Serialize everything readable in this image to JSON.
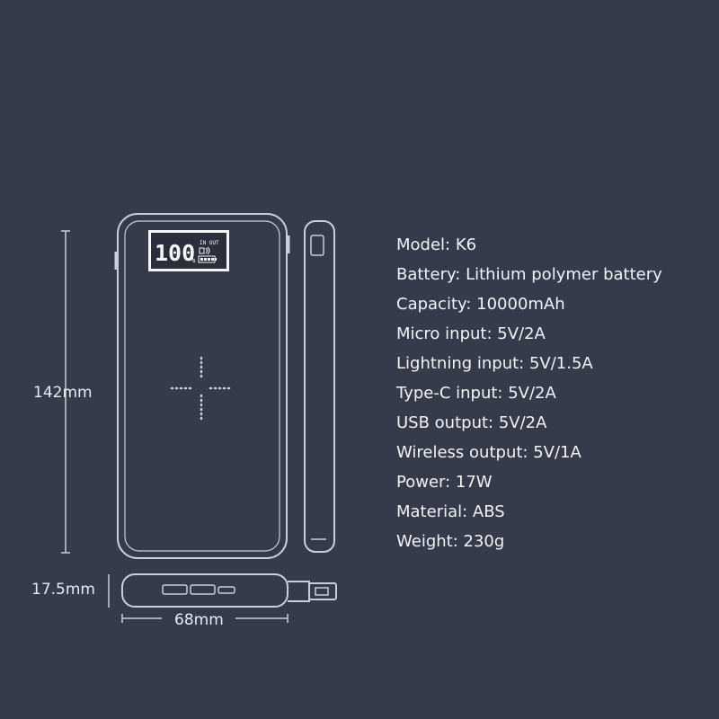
{
  "dimensions": {
    "height_label": "142mm",
    "depth_label": "17.5mm",
    "width_label": "68mm"
  },
  "display": {
    "percent_value": "100",
    "percent_sign": "%",
    "in_out_label": "IN OUT"
  },
  "specs": [
    "Model: K6",
    "Battery: Lithium polymer battery",
    "Capacity: 10000mAh",
    "Micro input: 5V/2A",
    "Lightning input: 5V/1.5A",
    "Type-C input: 5V/2A",
    "USB output: 5V/2A",
    "Wireless output: 5V/1A",
    "Power: 17W",
    "Material: ABS",
    "Weight: 230g"
  ],
  "colors": {
    "background": "#353b4a",
    "outline": "#c9ced9",
    "text": "#f2f3f6"
  }
}
